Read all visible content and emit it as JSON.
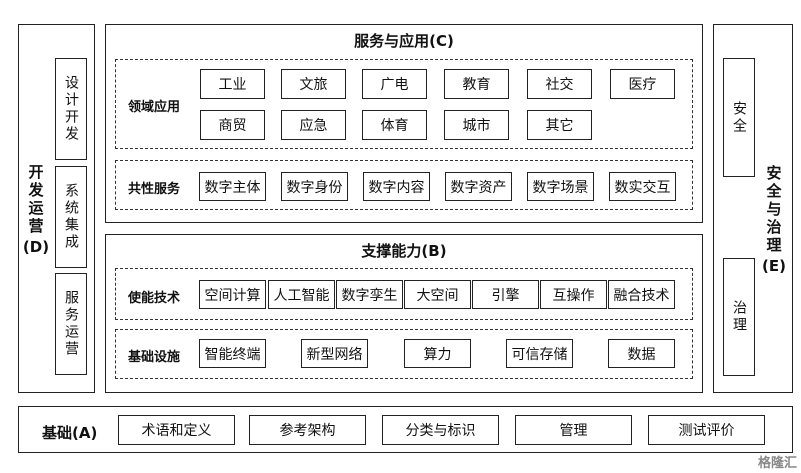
{
  "left": {
    "title": "开发运营",
    "code": "(D)",
    "items": [
      "设计开发",
      "系统集成",
      "服务运营"
    ]
  },
  "right": {
    "title": "安全与治理",
    "code": "(E)",
    "items": [
      "安全",
      "治理"
    ]
  },
  "services": {
    "title": "服务与应用(C)",
    "domain_label": "领域应用",
    "domain_row1": [
      "工业",
      "文旅",
      "广电",
      "教育",
      "社交",
      "医疗"
    ],
    "domain_row2": [
      "商贸",
      "应急",
      "体育",
      "城市",
      "其它"
    ],
    "common_label": "共性服务",
    "common_items": [
      "数字主体",
      "数字身份",
      "数字内容",
      "数字资产",
      "数字场景",
      "数实交互"
    ]
  },
  "support": {
    "title": "支撑能力(B)",
    "enable_label": "使能技术",
    "enable_items": [
      "空间计算",
      "人工智能",
      "数字孪生",
      "大空间",
      "引擎",
      "互操作",
      "融合技术"
    ],
    "infra_label": "基础设施",
    "infra_items": [
      "智能终端",
      "新型网络",
      "算力",
      "可信存储",
      "数据"
    ]
  },
  "foundation": {
    "title": "基础(A)",
    "items": [
      "术语和定义",
      "参考架构",
      "分类与标识",
      "管理",
      "测试评价"
    ]
  },
  "watermark": "格隆汇"
}
